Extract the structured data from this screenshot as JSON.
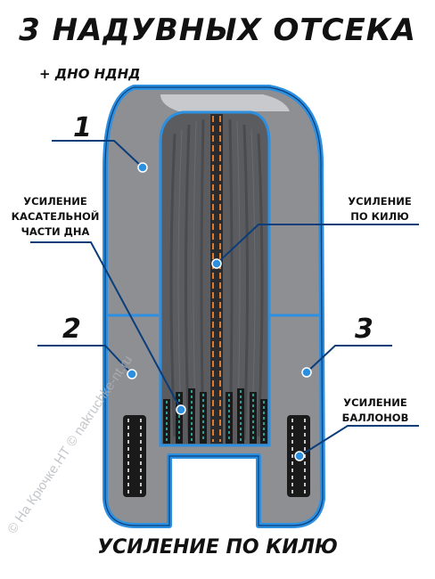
{
  "title": "3 НАДУВНЫХ ОТСЕКА",
  "subtitle": "+ ДНО НДНД",
  "footer": "УСИЛЕНИЕ ПО КИЛЮ",
  "compartments": [
    "1",
    "2",
    "3"
  ],
  "callouts": {
    "bottom_edge": "УСИЛЕНИЕ\nКАСАТЕЛЬНОЙ\nЧАСТИ ДНА",
    "keel": "УСИЛЕНИЕ\nПО КИЛЮ",
    "tubes": "УСИЛЕНИЕ\nБАЛЛОНОВ"
  },
  "watermark": "© На Крючке.НТ © nakruchke-nt.ru",
  "colors": {
    "tube": "#8e8f93",
    "tube_outline": "#2d8fe0",
    "floor": "#5b5c60",
    "keel": "#e07a2c",
    "reinforcement": "#1a1a1a",
    "accent": "#0a5fc4"
  }
}
